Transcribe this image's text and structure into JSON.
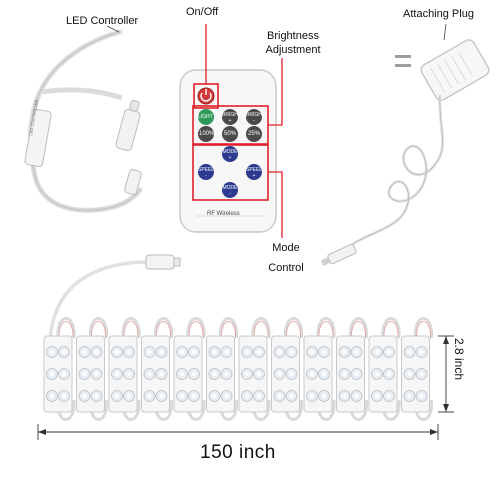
{
  "labels": {
    "controller": "LED Controller",
    "onoff": "On/Off",
    "brightness_line1": "Brightness",
    "brightness_line2": "Adjustment",
    "plug": "Attaching Plug",
    "mode_line1": "Mode",
    "mode_line2": "Control"
  },
  "remote": {
    "rows": [
      [
        "LIGHT",
        "BRIGHT +",
        "BRIGHT -"
      ],
      [
        "100%",
        "50%",
        "25%"
      ]
    ],
    "mode_plus": "MODE +",
    "mode_minus": "MODE -",
    "speed_minus": "SPEED -",
    "speed_plus": "SPEED +",
    "brand": "RF Wireless"
  },
  "controller_text": "LED CONTROLLER",
  "dimensions": {
    "length": "150 inch",
    "height": "2.8 inch"
  },
  "colors": {
    "callout": "#e0202a",
    "mode_buttons": "#2c3a8f",
    "power": "#d23a3a",
    "light_button": "#2f9a5a"
  }
}
